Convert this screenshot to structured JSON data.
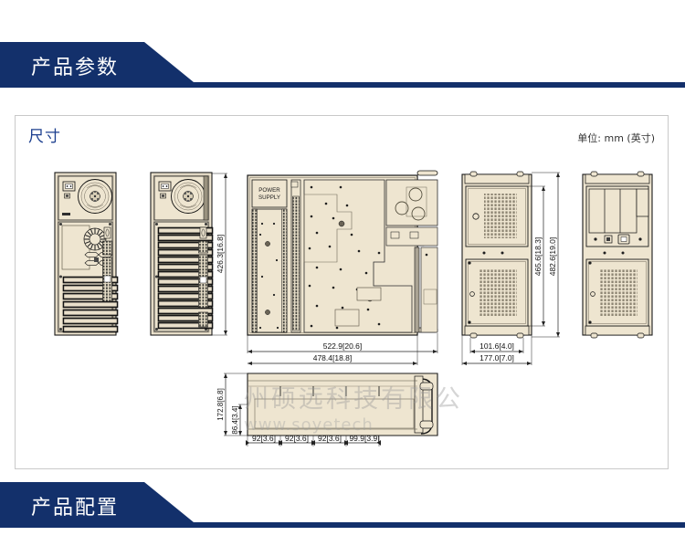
{
  "sections": [
    {
      "id": "product-parameters",
      "label": "产品参数"
    },
    {
      "id": "product-configuration",
      "label": "产品配置"
    }
  ],
  "panel": {
    "title": "尺寸",
    "unit_note": "单位: mm (英寸)"
  },
  "watermark": {
    "cn": "州硕远科技有限公",
    "en": "www.soyetech"
  },
  "drawing": {
    "labels": {
      "power_supply_line1": "POWER",
      "power_supply_line2": "SUPPLY"
    },
    "dimensions": {
      "height_rear": "426.3[16.8]",
      "depth_outer": "522.9[20.6]",
      "depth_inner": "478.4[18.8]",
      "height_side_inner": "465.6[18.3]",
      "height_side_outer": "482.6[19.0]",
      "width_mount": "101.6[4.0]",
      "width_total": "177.0[7.0]",
      "side_height_outer": "172.8[6.8]",
      "side_height_inner": "86.4[3.4]",
      "slot_pitch_1": "92[3.6]",
      "slot_pitch_2": "92[3.6]",
      "slot_pitch_3": "92[3.6]",
      "slot_pitch_4": "99.9[3.9]"
    }
  },
  "colors": {
    "banner_blue": "#13306b",
    "title_blue": "#1c3f8f",
    "case_body": "#eee5d0",
    "case_dark": "#2b2b2b",
    "panel_border": "#c9c9c9"
  }
}
